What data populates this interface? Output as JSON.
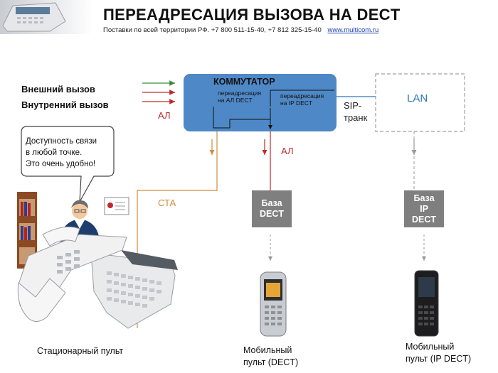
{
  "header": {
    "title": "ПЕРЕАДРЕСАЦИЯ ВЫЗОВА НА DECT",
    "subtitle": "Поставки по всей территории  РФ. +7 800 511-15-40,  +7 812 325-15-40",
    "link": "www.multicom.ru"
  },
  "inputs": {
    "external": "Внешний  вызов",
    "internal": "Внутренний  вызов",
    "al": "АЛ"
  },
  "switch": {
    "title": "КОММУТАТОР",
    "redirect_al": [
      "переадресация",
      "на  АЛ DECT"
    ],
    "redirect_ip": [
      "переадресация",
      "на IP DECT"
    ]
  },
  "sip_trunk": [
    "SIP-",
    "транк"
  ],
  "lan": "LAN",
  "al_line": "АЛ",
  "cta": "СТА",
  "bubble": [
    "Доступность связи",
    "в любой точке.",
    "Это очень удобно!"
  ],
  "base_dect": [
    "База",
    "DECT"
  ],
  "base_ip_dect": [
    "База",
    "IP",
    "DECT"
  ],
  "captions": {
    "station": "Стационарный пульт",
    "mobile_dect": [
      "Мобильный",
      "пульт (DECT)"
    ],
    "mobile_ip": [
      "Мобильный",
      "пульт (IP DECT)"
    ]
  },
  "colors": {
    "switch_fill": "#4f88c6",
    "al_red": "#c0292b",
    "cta_orange": "#d08a3a",
    "green_arrow": "#3a8a3a",
    "base_gray": "#7f7f7f"
  }
}
